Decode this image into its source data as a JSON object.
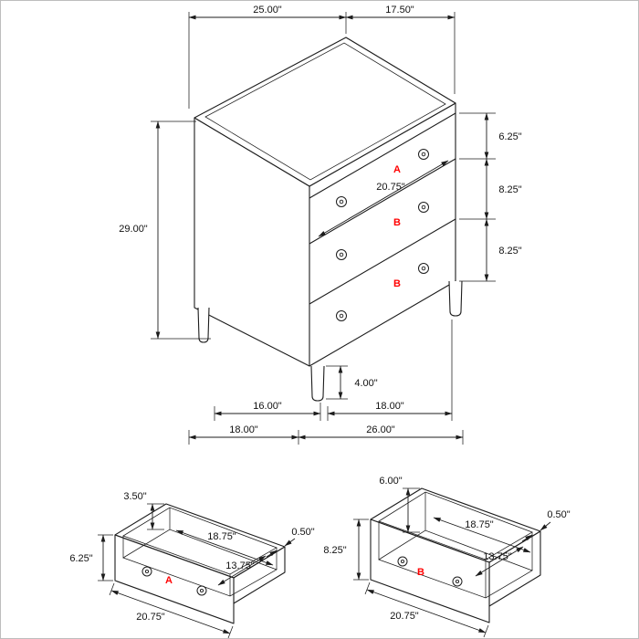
{
  "colors": {
    "line": "#1c1c1c",
    "dimension_text": "#111111",
    "drawer_label": "#ff0000",
    "background": "#ffffff"
  },
  "chest": {
    "top_width": "25.00\"",
    "top_depth": "17.50\"",
    "height": "29.00\"",
    "drawer_a_height": "6.25\"",
    "drawer_b1_height": "8.25\"",
    "drawer_b2_height": "8.25\"",
    "drawer_front_width": "20.75\"",
    "leg_height": "4.00\"",
    "base_depth": "16.00\"",
    "base_width": "18.00\"",
    "overall_depth": "18.00\"",
    "overall_width": "26.00\"",
    "label_a": "A",
    "label_b1": "B",
    "label_b2": "B"
  },
  "drawer_a": {
    "label": "A",
    "back_height": "3.50\"",
    "inner_width": "18.75\"",
    "wall_thickness": "0.50\"",
    "front_height": "6.25\"",
    "inner_depth": "13.75\"",
    "front_width": "20.75\""
  },
  "drawer_b": {
    "label": "B",
    "back_height": "6.00\"",
    "inner_width": "18.75\"",
    "wall_thickness": "0.50\"",
    "front_height": "8.25\"",
    "inner_depth": "13.75\"",
    "front_width": "20.75\""
  }
}
